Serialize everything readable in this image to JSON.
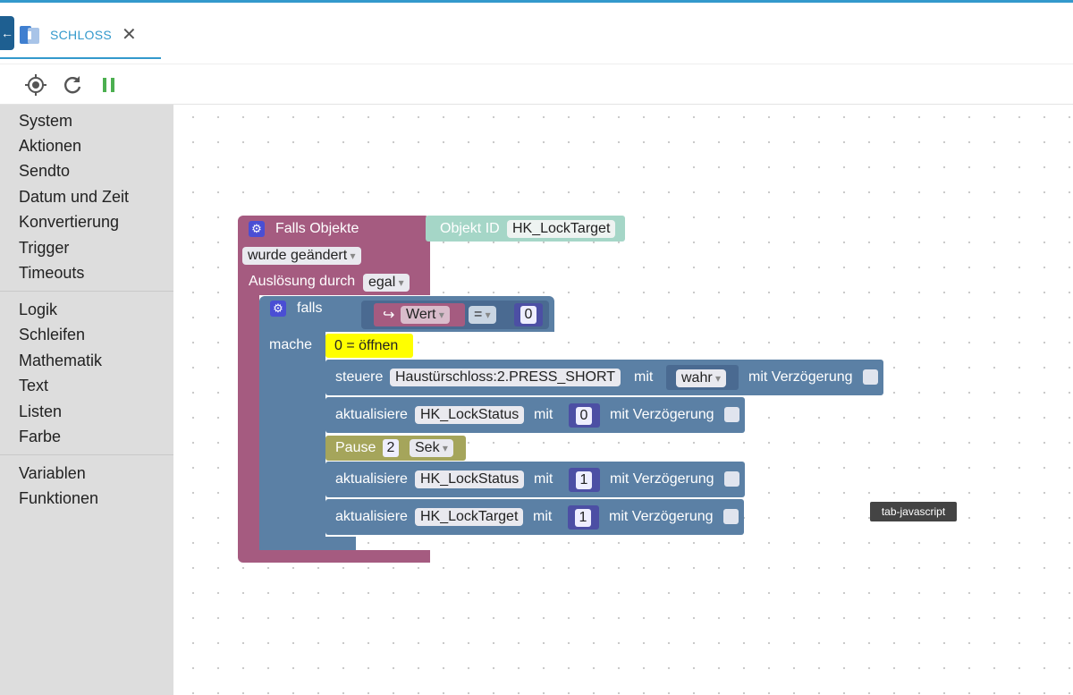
{
  "tab": {
    "label": "SCHLOSS"
  },
  "sidebar": {
    "group1": [
      "System",
      "Aktionen",
      "Sendto",
      "Datum und Zeit",
      "Konvertierung",
      "Trigger",
      "Timeouts"
    ],
    "group2": [
      "Logik",
      "Schleifen",
      "Mathematik",
      "Text",
      "Listen",
      "Farbe"
    ],
    "group3": [
      "Variablen",
      "Funktionen"
    ]
  },
  "trigger": {
    "title": "Falls Objekte",
    "object_id_label": "Objekt ID",
    "object_id": "HK_LockTarget",
    "changed": "wurde geändert",
    "trigger_by_label": "Auslösung durch",
    "trigger_by": "egal"
  },
  "if_block": {
    "if_label": "falls",
    "do_label": "mache",
    "value_label": "Wert",
    "operator": "=",
    "compare_value": "0",
    "comment": "0 = öffnen"
  },
  "statements": {
    "control_label": "steuere",
    "control_object": "Haustürschloss:2.PRESS_SHORT",
    "with_label": "mit",
    "control_value": "wahr",
    "delay_label": "mit Verzögerung",
    "update_label": "aktualisiere",
    "update1_object": "HK_LockStatus",
    "update1_value": "0",
    "pause_label": "Pause",
    "pause_value": "2",
    "pause_unit": "Sek",
    "update2_object": "HK_LockStatus",
    "update2_value": "1",
    "update3_object": "HK_LockTarget",
    "update3_value": "1"
  },
  "tooltip": "tab-javascript",
  "colors": {
    "accent": "#3399cc",
    "event_block": "#a55b80",
    "logic_block": "#5b80a5",
    "comment": "#ffff00",
    "pause_block": "#a5a55b"
  }
}
